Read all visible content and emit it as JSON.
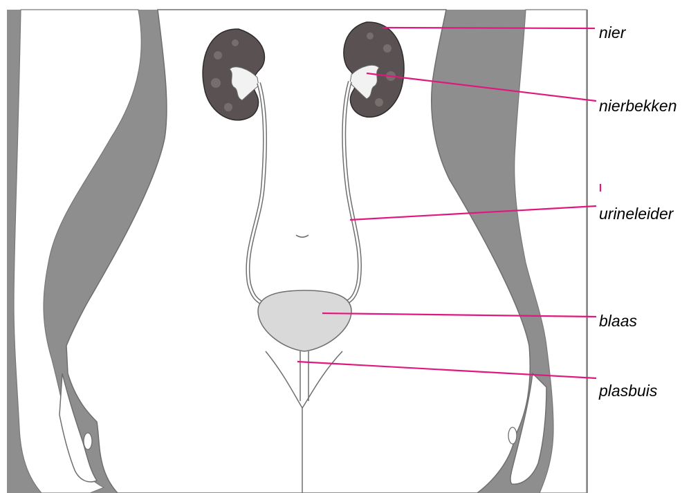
{
  "labels": {
    "kidney": "nier",
    "renal_pelvis": "nierbekken",
    "ureter": "urineleider",
    "bladder": "blaas",
    "urethra": "plasbuis"
  },
  "colors": {
    "leader_line": "#e0177f",
    "background_shade": "#8c8c8c",
    "body": "#ffffff",
    "kidney": "#5a5252",
    "bladder": "#d9d9d9",
    "outline": "#555555"
  }
}
